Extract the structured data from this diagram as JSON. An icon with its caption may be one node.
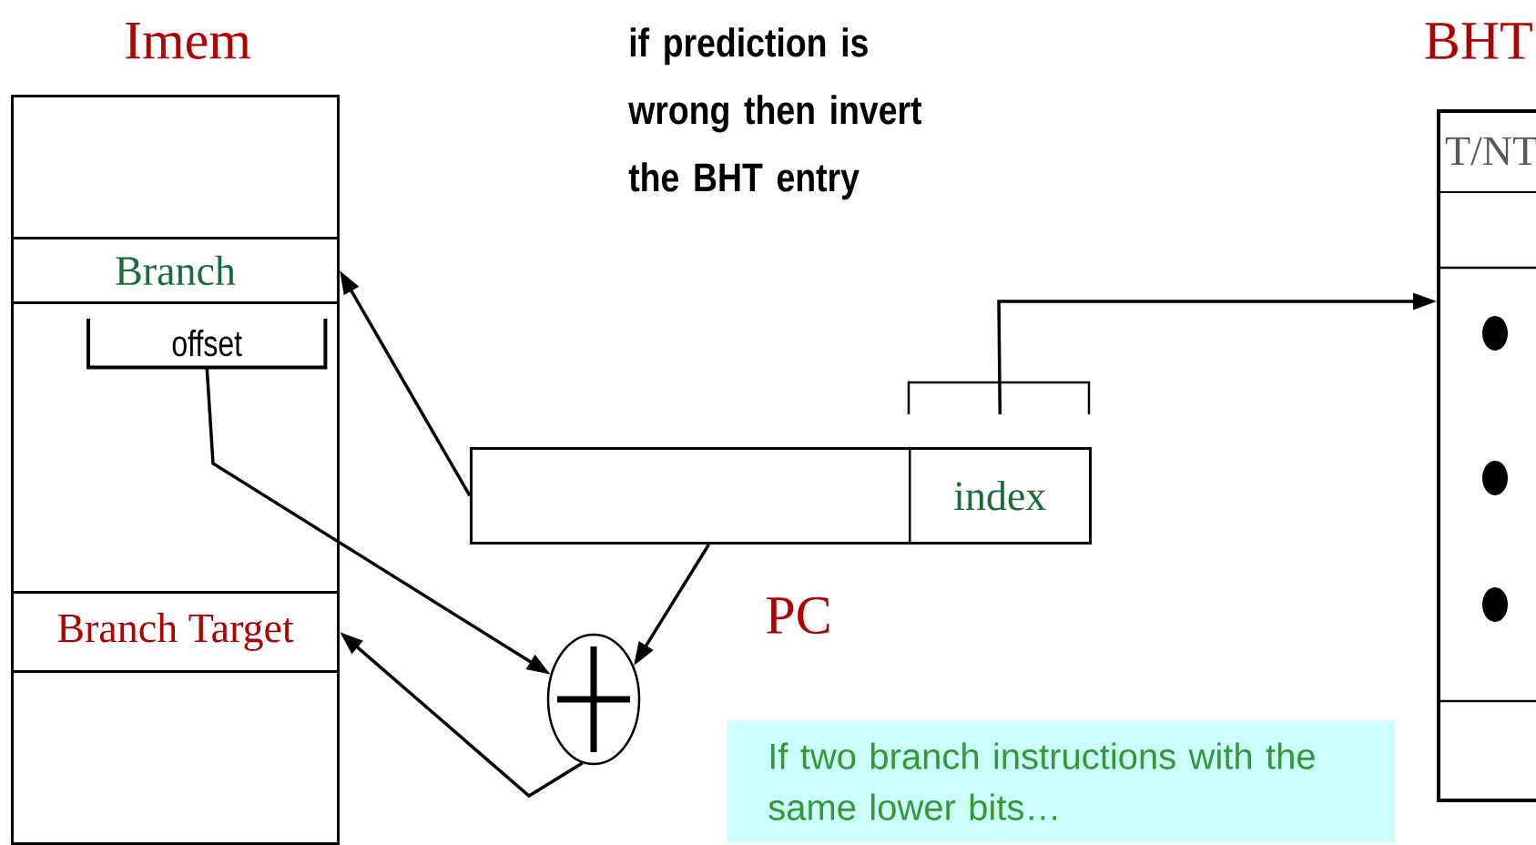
{
  "diagram": {
    "nodes": [
      {
        "text": [
          "Imem"
        ]
      },
      {
        "text": [
          "Branch"
        ],
        "in": 0
      },
      {
        "text": [
          "offset"
        ],
        "in": 0
      },
      {
        "text": [
          "Branch Target"
        ],
        "in": 0
      },
      {
        "text": [
          "PC"
        ]
      },
      {
        "text": [
          "index"
        ],
        "in": 4
      },
      {
        "text": [],
        "shape": "circle"
      },
      {
        "text": [
          "BHT"
        ]
      },
      {
        "text": [
          "T/NT"
        ],
        "in": 7
      },
      {
        "text": [
          "If two branch instructions with the same lower bits…"
        ]
      }
    ],
    "edges": [
      {
        "from": 4,
        "to": 1,
        "arrow": "to"
      },
      {
        "from": 2,
        "to": 6,
        "arrow": "to"
      },
      {
        "from": 4,
        "to": 6,
        "arrow": "to"
      },
      {
        "from": 6,
        "to": 3,
        "arrow": "to"
      },
      {
        "from": 5,
        "to": 7,
        "arrow": "to"
      }
    ],
    "labels": [
      "if prediction is wrong then invert the BHT entry"
    ]
  }
}
